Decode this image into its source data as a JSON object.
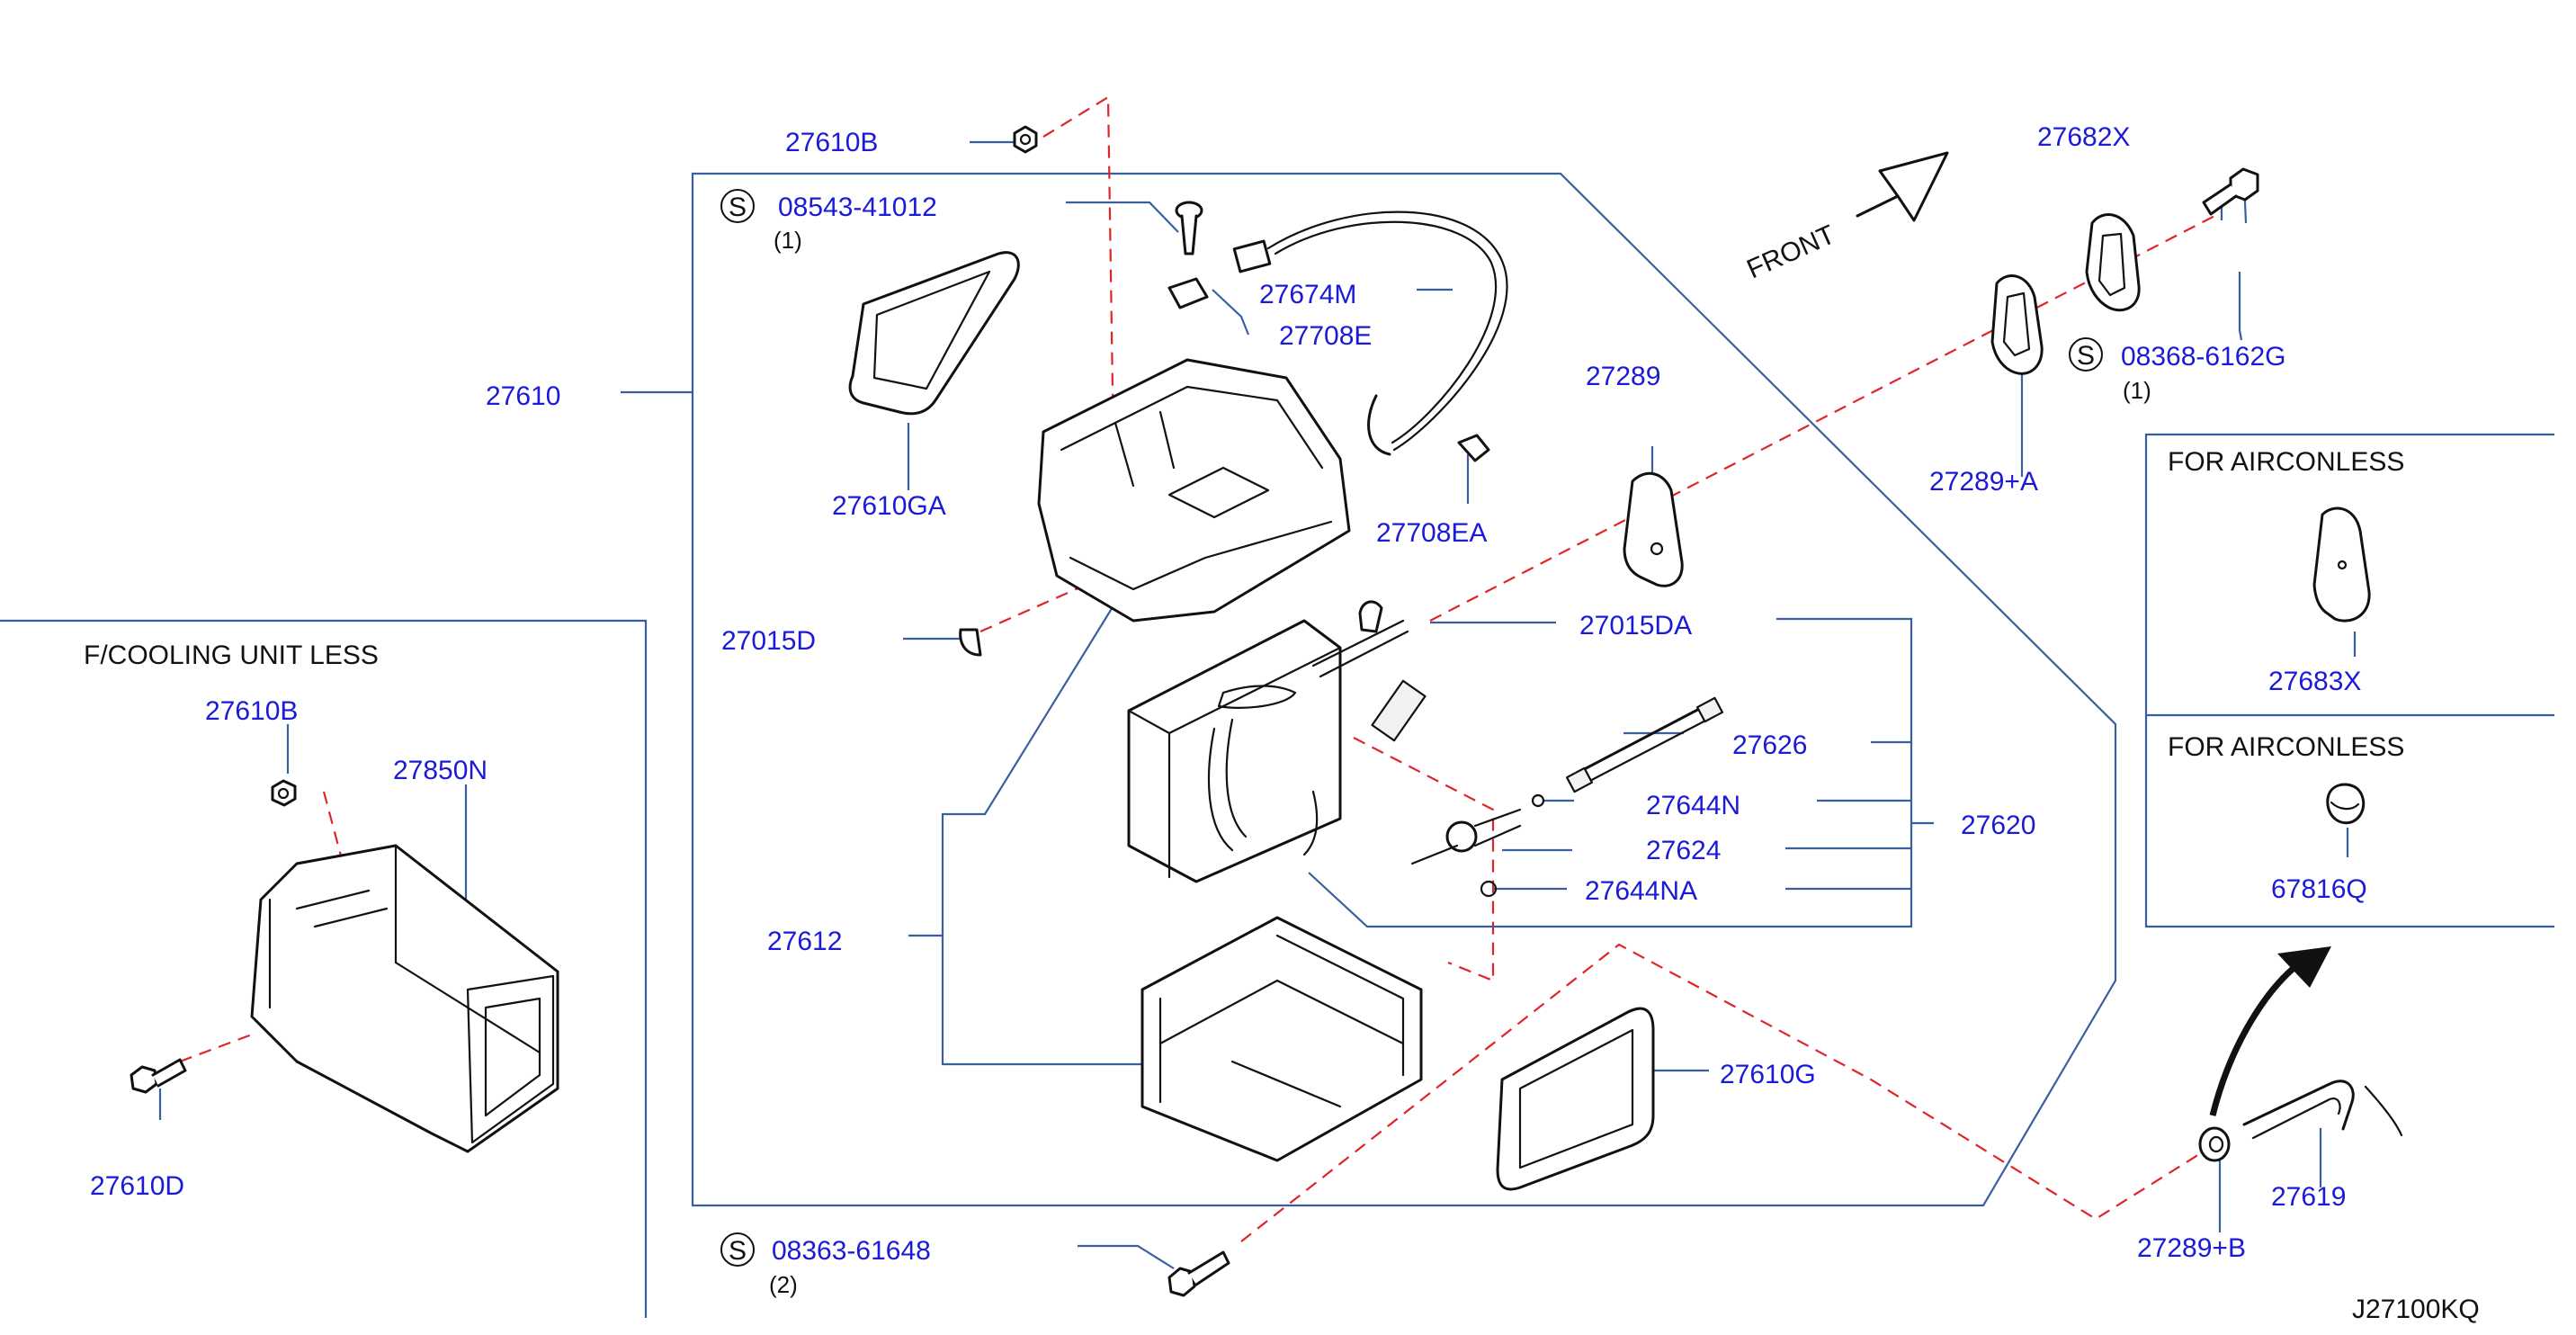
{
  "colors": {
    "label": "#1a1ad8",
    "leader": "#3a5fa0",
    "dash": "#e0242a",
    "ink": "#111111"
  },
  "labels": {
    "p27610B_top": "27610B",
    "p08543": "08543-41012",
    "p08543_qty": "(1)",
    "p27674M": "27674M",
    "p27708E": "27708E",
    "p27610": "27610",
    "p27610GA": "27610GA",
    "p27708EA": "27708EA",
    "p27289": "27289",
    "p27015D": "27015D",
    "p27015DA": "27015DA",
    "p27626": "27626",
    "p27644N": "27644N",
    "p27624": "27624",
    "p27644NA": "27644NA",
    "p27620": "27620",
    "p27612": "27612",
    "p27610G": "27610G",
    "p08363": "08363-61648",
    "p08363_qty": "(2)",
    "front": "FRONT",
    "p27682X": "27682X",
    "p08368": "08368-6162G",
    "p08368_qty": "(1)",
    "p27289A": "27289+A",
    "p27289B": "27289+B",
    "p27619": "27619",
    "s_symbol": "S",
    "aircon1_title": "FOR   AIRCONLESS",
    "p27683X": "27683X",
    "aircon2_title": "FOR   AIRCONLESS",
    "p67816Q": "67816Q",
    "fcool_title": "F/COOLING   UNIT   LESS",
    "p27610B_left": "27610B",
    "p27850N": "27850N",
    "p27610D": "27610D",
    "drawing_code": "J27100KQ"
  }
}
